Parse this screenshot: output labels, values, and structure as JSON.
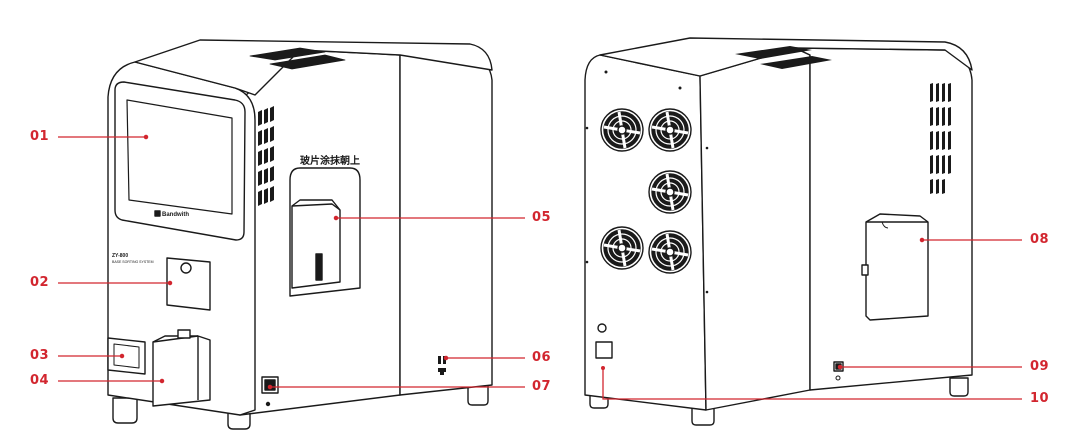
{
  "accent_color": "#d2262f",
  "line_color": "#1a1a1a",
  "front_view": {
    "screen_brand": "Bandwith",
    "model_label": "ZY-800",
    "model_sublabel": "BASE SORTING SYSTEM",
    "slot_text": "玻片涂抹朝上"
  },
  "callouts": [
    {
      "id": "01",
      "text": "01"
    },
    {
      "id": "02",
      "text": "02"
    },
    {
      "id": "03",
      "text": "03"
    },
    {
      "id": "04",
      "text": "04"
    },
    {
      "id": "05",
      "text": "05"
    },
    {
      "id": "06",
      "text": "06"
    },
    {
      "id": "07",
      "text": "07"
    },
    {
      "id": "08",
      "text": "08"
    },
    {
      "id": "09",
      "text": "09"
    },
    {
      "id": "10",
      "text": "10"
    }
  ]
}
